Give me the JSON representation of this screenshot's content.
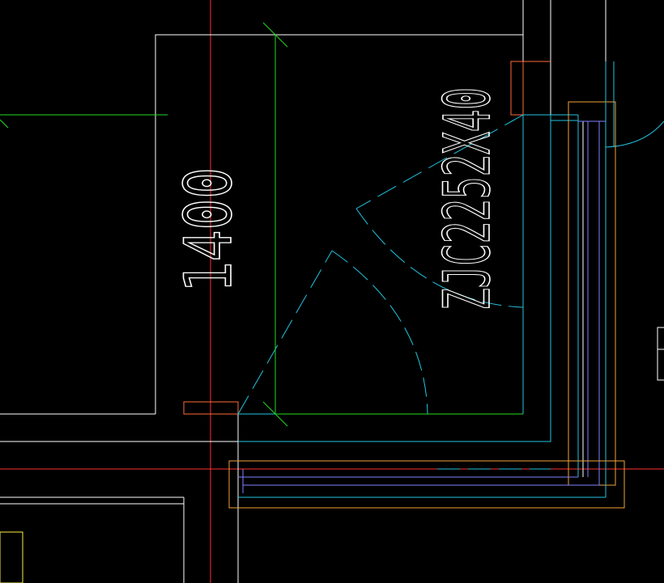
{
  "drawing": {
    "dimension_text": "1400",
    "window_label": "ZJC2252X40"
  },
  "colors": {
    "background": "#000000",
    "wall": "#ffffff",
    "axis": "#ff3030",
    "dimension": "#22dd22",
    "door": "#22c4e0",
    "window_frame": "#f2a238",
    "window_inner": "#8080ff",
    "column": "#ff6a3a"
  },
  "icons": [
    "drawing-canvas"
  ]
}
